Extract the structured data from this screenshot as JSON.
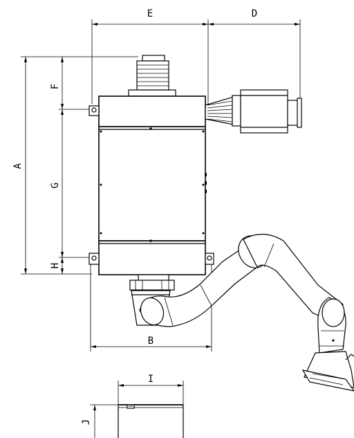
{
  "dimensions": {
    "A": "A",
    "B": "B",
    "D": "D",
    "E": "E",
    "F": "F",
    "G": "G",
    "H": "H",
    "I": "I",
    "J": "J"
  },
  "colors": {
    "line": "#000000",
    "background": "#ffffff"
  }
}
